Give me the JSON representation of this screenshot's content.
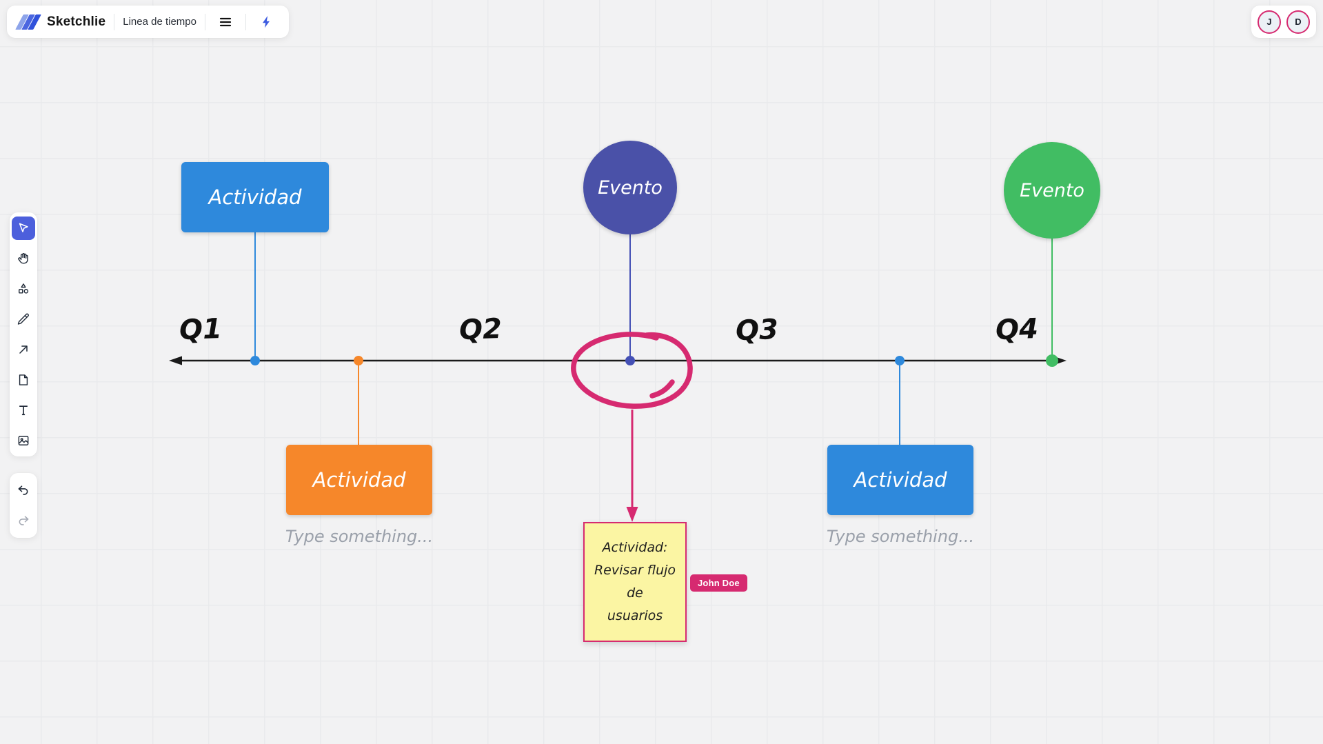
{
  "app": {
    "name": "Sketchlie",
    "board_title": "Linea de tiempo"
  },
  "header": {
    "icons": [
      "hamburger-menu-icon",
      "lightning-boost-icon"
    ]
  },
  "collaborators": [
    {
      "initial": "J"
    },
    {
      "initial": "D"
    }
  ],
  "toolbar": {
    "tools": [
      {
        "name": "select",
        "active": true
      },
      {
        "name": "hand"
      },
      {
        "name": "shapes"
      },
      {
        "name": "pencil"
      },
      {
        "name": "arrow"
      },
      {
        "name": "note"
      },
      {
        "name": "text"
      },
      {
        "name": "image"
      }
    ],
    "history": [
      {
        "name": "undo",
        "enabled": true
      },
      {
        "name": "redo",
        "enabled": false
      }
    ]
  },
  "timeline": {
    "quarters": [
      "Q1",
      "Q2",
      "Q3",
      "Q4"
    ]
  },
  "shapes": {
    "activity1": {
      "label": "Actividad",
      "color": "#2E89DC",
      "type": "rectangle"
    },
    "event1": {
      "label": "Evento",
      "color": "#4A51A8",
      "type": "circle"
    },
    "event2": {
      "label": "Evento",
      "color": "#41BD63",
      "type": "circle"
    },
    "activity2": {
      "label": "Actividad",
      "color": "#F6872A",
      "type": "rectangle"
    },
    "activity3": {
      "label": "Actividad",
      "color": "#2E89DC",
      "type": "rectangle"
    }
  },
  "placeholders": {
    "left": "Type something...",
    "right": "Type something..."
  },
  "sticky_note": {
    "lines": [
      "Actividad:",
      "Revisar flujo de",
      "usuarios"
    ],
    "fill": "#FBF5A3",
    "border": "#D62A70"
  },
  "presence": {
    "cursor_label": "John Doe",
    "color": "#D62A70"
  },
  "colors": {
    "active_tool": "#4C5FDC",
    "timeline": "#1A1A1A",
    "annotation_pink": "#D62A70",
    "grid_bg": "#F2F2F3"
  }
}
